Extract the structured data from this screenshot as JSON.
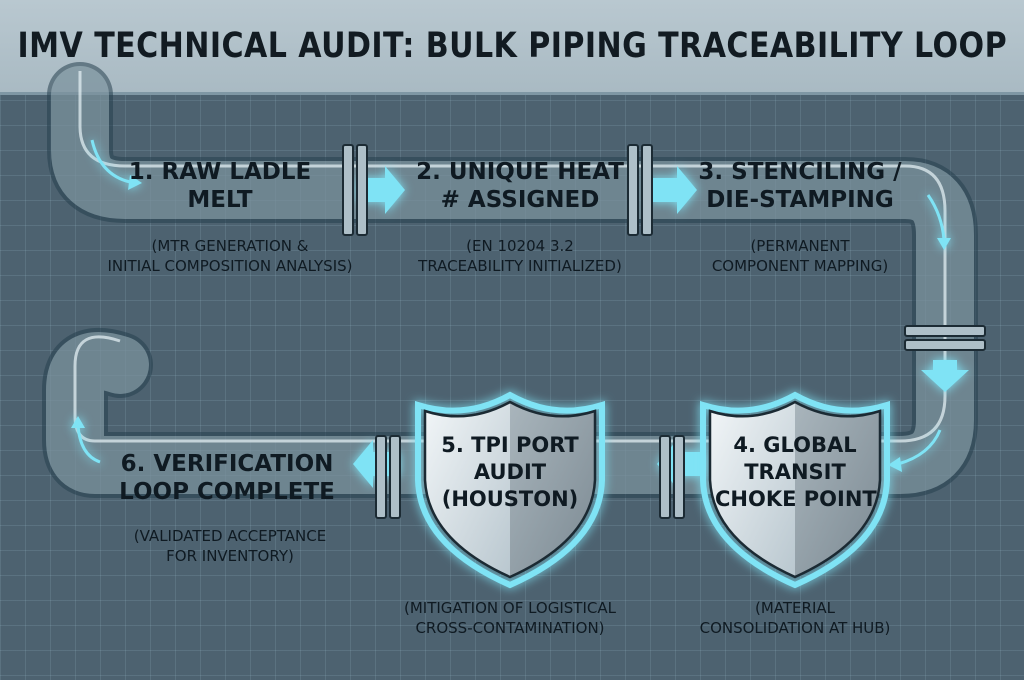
{
  "title": "IMV TECHNICAL AUDIT: BULK PIPING TRACEABILITY LOOP",
  "steps": [
    {
      "label": [
        "1. RAW LADLE",
        "MELT"
      ],
      "sub": [
        "(MTR GENERATION &",
        "INITIAL COMPOSITION ANALYSIS)"
      ]
    },
    {
      "label": [
        "2. UNIQUE HEAT",
        "# ASSIGNED"
      ],
      "sub": [
        "(EN 10204 3.2",
        "TRACEABILITY INITIALIZED)"
      ]
    },
    {
      "label": [
        "3. STENCILING /",
        "DIE-STAMPING"
      ],
      "sub": [
        "(PERMANENT",
        "COMPONENT MAPPING)"
      ]
    },
    {
      "label": [
        "4. GLOBAL",
        "TRANSIT",
        "CHOKE POINT"
      ],
      "sub": [
        "(MATERIAL",
        "CONSOLIDATION AT HUB)"
      ]
    },
    {
      "label": [
        "5. TPI PORT",
        "AUDIT",
        "(HOUSTON)"
      ],
      "sub": [
        "(MITIGATION OF LOGISTICAL",
        "CROSS-CONTAMINATION)"
      ]
    },
    {
      "label": [
        "6. VERIFICATION",
        "LOOP COMPLETE"
      ],
      "sub": [
        "(VALIDATED ACCEPTANCE",
        "FOR INVENTORY)"
      ]
    }
  ],
  "colors": {
    "glow": "#7fe3f5",
    "pipe": "#b8d0db",
    "background": "#4d6270",
    "title_bar": "#b0c0c8"
  }
}
